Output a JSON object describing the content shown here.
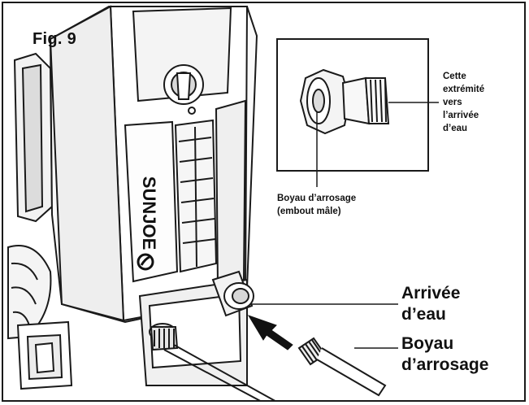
{
  "figure": {
    "label": "Fig. 9"
  },
  "product": {
    "brand": "SUNJOE"
  },
  "inset": {
    "end_note": [
      "Cette",
      "extrémité",
      "vers",
      "l’arrivée",
      "d’eau"
    ],
    "hose_note": [
      "Boyau d’arrosage",
      "(embout mâle)"
    ]
  },
  "callouts": {
    "water_inlet": [
      "Arrivée",
      "d’eau"
    ],
    "garden_hose": [
      "Boyau",
      "d’arrosage"
    ]
  }
}
